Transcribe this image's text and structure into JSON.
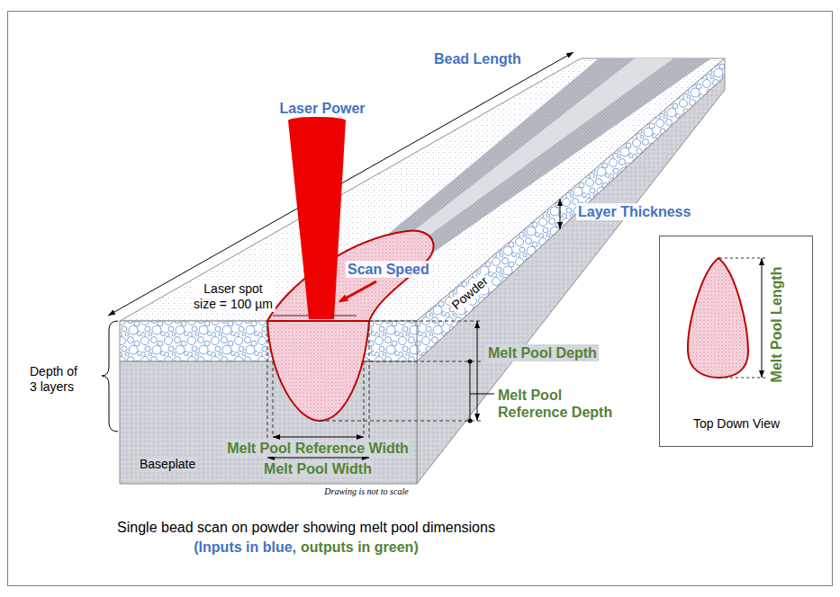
{
  "diagram": {
    "caption": "Single bead scan on powder showing melt pool dimensions",
    "nodes": [
      {
        "text": [
          "Melt Pool Length",
          "Top Down View"
        ]
      }
    ],
    "labels": [
      "Bead Length",
      "Laser Power",
      "Layer Thickness",
      "Scan Speed",
      "Laser spot size = 100 µm",
      "Powder",
      "Depth of 3 layers",
      "Melt Pool Depth",
      "Melt Pool Reference Depth",
      "Melt Pool Reference Width",
      "Melt Pool Width",
      "Baseplate",
      "Drawing is not to scale",
      "(",
      "Inputs in blue",
      ",",
      "outputs in green",
      ")"
    ]
  }
}
